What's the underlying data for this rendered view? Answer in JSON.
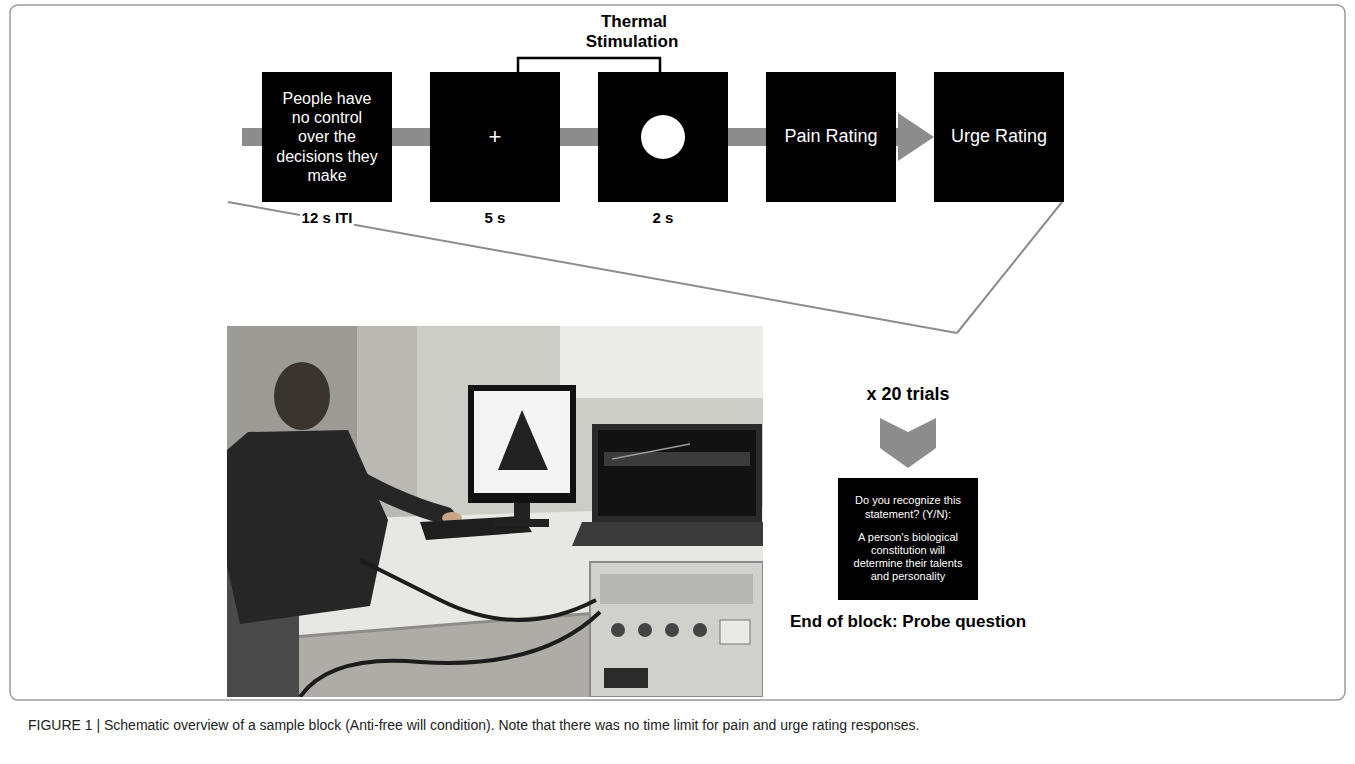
{
  "diagram": {
    "caption": "FIGURE 1 | Schematic overview of a sample block (Anti-free will condition). Note that there was no time limit for pain and urge rating responses.",
    "nodes": [
      {
        "text": [
          "People have no control over the decisions they make"
        ]
      },
      {
        "text": [
          "+"
        ]
      },
      {
        "text": []
      },
      {
        "text": [
          "Pain Rating"
        ]
      },
      {
        "text": [
          "Urge Rating"
        ]
      },
      {
        "text": [
          "Do you recognize this statement? (Y/N):",
          "A person's biological constitution will determine their talents and personality"
        ]
      }
    ],
    "edges": [
      {
        "from": 0,
        "to": 1,
        "arrow": "none"
      },
      {
        "from": 1,
        "to": 2,
        "arrow": "none"
      },
      {
        "from": 2,
        "to": 3,
        "arrow": "none"
      },
      {
        "from": 3,
        "to": 4,
        "arrow": "to"
      }
    ],
    "labels": [
      "Thermal Stimulation",
      "12 s ITI",
      "5 s",
      "2 s",
      "x 20 trials",
      "End of block: Probe question"
    ]
  }
}
